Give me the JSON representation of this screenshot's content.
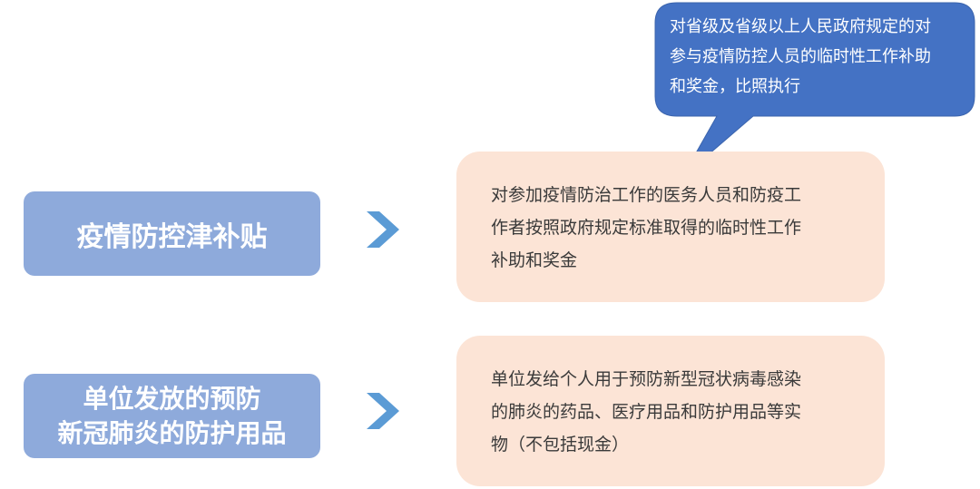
{
  "rows": [
    {
      "label_lines": [
        "疫情防控津补贴"
      ],
      "description_lines": [
        "对参加疫情防治工作的医务人员和防疫工",
        "作者按照政府规定标准取得的临时性工作",
        "补助和奖金"
      ]
    },
    {
      "label_lines": [
        "单位发放的预防",
        "新冠肺炎的防护用品"
      ],
      "description_lines": [
        "单位发给个人用于预防新型冠状病毒感染",
        "的肺炎的药品、医疗用品和防护用品等实",
        "物（不包括现金）"
      ]
    }
  ],
  "callout": {
    "lines": [
      "对省级及省级以上人民政府规定的对",
      "参与疫情防控人员的临时性工作补助",
      "和奖金，比照执行"
    ]
  },
  "colors": {
    "label_fill": "#8eaadb",
    "arrow_fill": "#5b9bd5",
    "desc_fill": "#fce4d6",
    "callout_fill": "#4472c4"
  },
  "icons": {
    "arrow": "chevron-right-icon"
  }
}
